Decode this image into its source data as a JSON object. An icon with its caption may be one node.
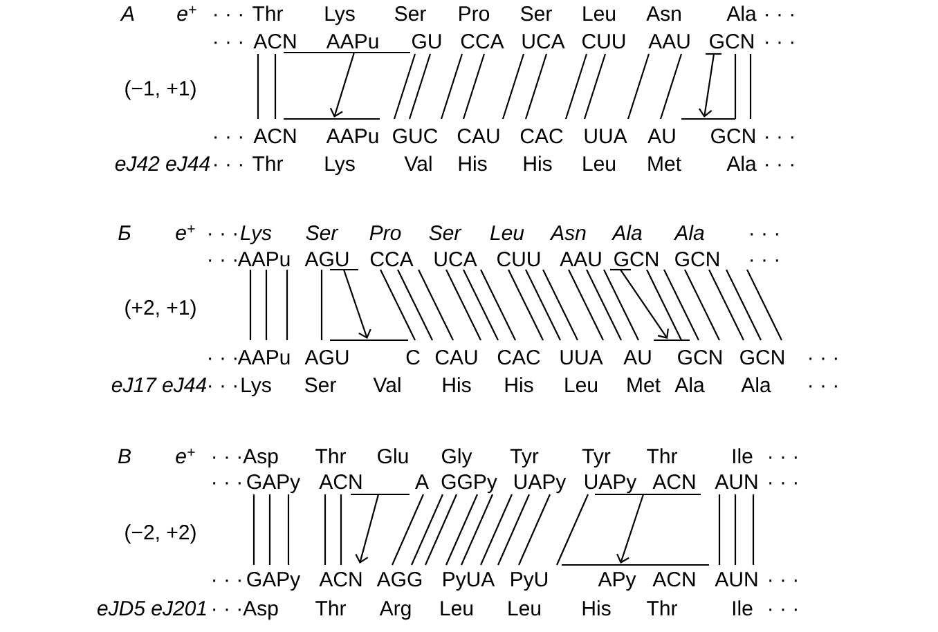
{
  "diagram": {
    "labels": [
      "А",
      "e$^{+}$",
      "· · ·",
      "Thr",
      "Lys",
      "Ser",
      "Pro",
      "Ser",
      "Leu",
      "Asn",
      "Ala",
      "· · ·",
      "· · ·",
      "ACN",
      "AAPu",
      "GU",
      "CCA",
      "UCA",
      "CUU",
      "AAU",
      "GCN",
      "· · ·",
      "(−1, +1)",
      "· · ·",
      "ACN",
      "AAPu",
      "GUC",
      "CAU",
      "CAC",
      "UUA",
      "AU",
      "GCN",
      "· · ·",
      "eJ42 eJ44",
      "· · ·",
      "Thr",
      "Lys",
      "Val",
      "His",
      "His",
      "Leu",
      "Met",
      "Ala",
      "· · ·",
      "Б",
      "e$^{+}$",
      "· · ·",
      "Lys",
      "Ser",
      "Pro",
      "Ser",
      "Leu",
      "Asn",
      "Ala",
      "Ala",
      "· · ·",
      "· · ·",
      "AAPu",
      "AGU",
      "CCA",
      "UCA",
      "CUU",
      "AAU",
      "GCN",
      "GCN",
      "· · ·",
      "(+2, +1)",
      "· · ·",
      "AAPu",
      "AGU",
      "C",
      "CAU",
      "CAC",
      "UUA",
      "AU",
      "GCN",
      "GCN",
      "· · ·",
      "eJ17 eJ44",
      "· · ·",
      "Lys",
      "Ser",
      "Val",
      "His",
      "His",
      "Leu",
      "Met",
      "Ala",
      "Ala",
      "· · ·",
      "В",
      "e$^{+}$",
      "· · ·",
      "Asp",
      "Thr",
      "Glu",
      "Gly",
      "Tyr",
      "Tyr",
      "Thr",
      "Ile",
      "· · ·",
      "· · ·",
      "GAPy",
      "ACN",
      "A",
      "GGPy",
      "UAPy",
      "UAPy",
      "ACN",
      "AUN",
      "· · ·",
      "(−2, +2)",
      "· · ·",
      "GAPy",
      "ACN",
      "AGG",
      "PyUA",
      "PyU",
      "APy",
      "ACN",
      "AUN",
      "· · ·",
      "eJD5 eJ201",
      "· · ·",
      "Asp",
      "Thr",
      "Arg",
      "Leu",
      "Leu",
      "His",
      "Thr",
      "Ile",
      "· · ·"
    ]
  }
}
